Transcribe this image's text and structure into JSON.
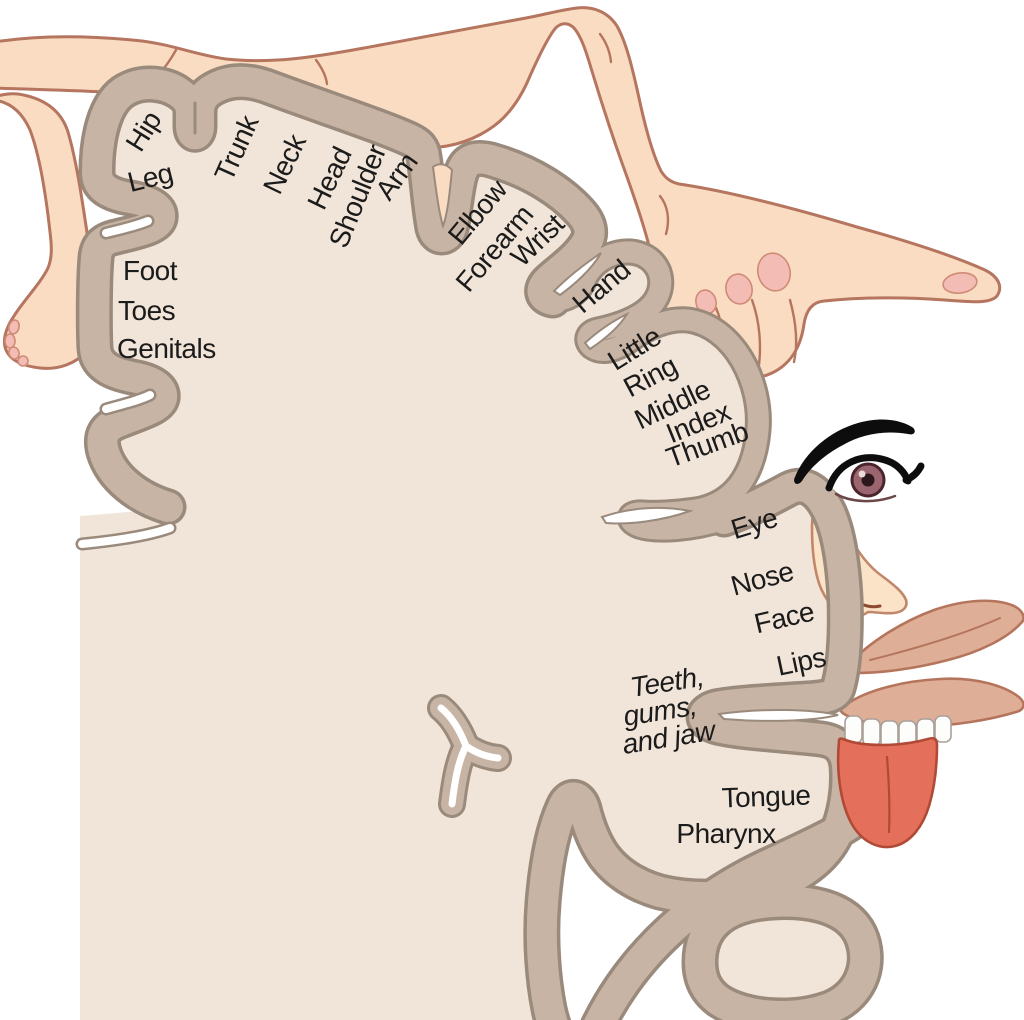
{
  "labels": {
    "hip": "Hip",
    "leg": "Leg",
    "trunk": "Trunk",
    "neck": "Neck",
    "head": "Head",
    "shoulder": "Shoulder",
    "arm": "Arm",
    "elbow": "Elbow",
    "forearm": "Forearm",
    "wrist": "Wrist",
    "hand": "Hand",
    "little": "Little",
    "ring": "Ring",
    "middle": "Middle",
    "index": "Index",
    "thumb": "Thumb",
    "eye": "Eye",
    "nose": "Nose",
    "face": "Face",
    "lips": "Lips",
    "teeth_line1": "Teeth,",
    "teeth_line2": "gums,",
    "teeth_line3": "and jaw",
    "tongue": "Tongue",
    "pharynx": "Pharynx",
    "foot": "Foot",
    "toes": "Toes",
    "genitals": "Genitals"
  },
  "colors": {
    "background": "#ffffff",
    "skin": "#f9dcc1",
    "skin_outline": "#b5755f",
    "nail": "#f3bcb4",
    "nail_outline": "#d08b77",
    "cortex_fill": "#f1e5d9",
    "band": "#c8b4a4",
    "band_outline": "#9a8a7c",
    "label": "#1b1b1b",
    "nose_fill": "#fbe3c8",
    "nose_outline": "#c2876a",
    "nostril": "#8e4a30",
    "lips": "#dfae97",
    "lips_outline": "#b5755c",
    "teeth": "#fdfdfb",
    "teeth_outline": "#a9a09a",
    "tongue": "#e4705b",
    "tongue_outline": "#b04a36",
    "brow": "#0d0d0d",
    "iris": "#9b6570",
    "iris_ring": "#4a262c",
    "pupil": "#2b171c"
  }
}
